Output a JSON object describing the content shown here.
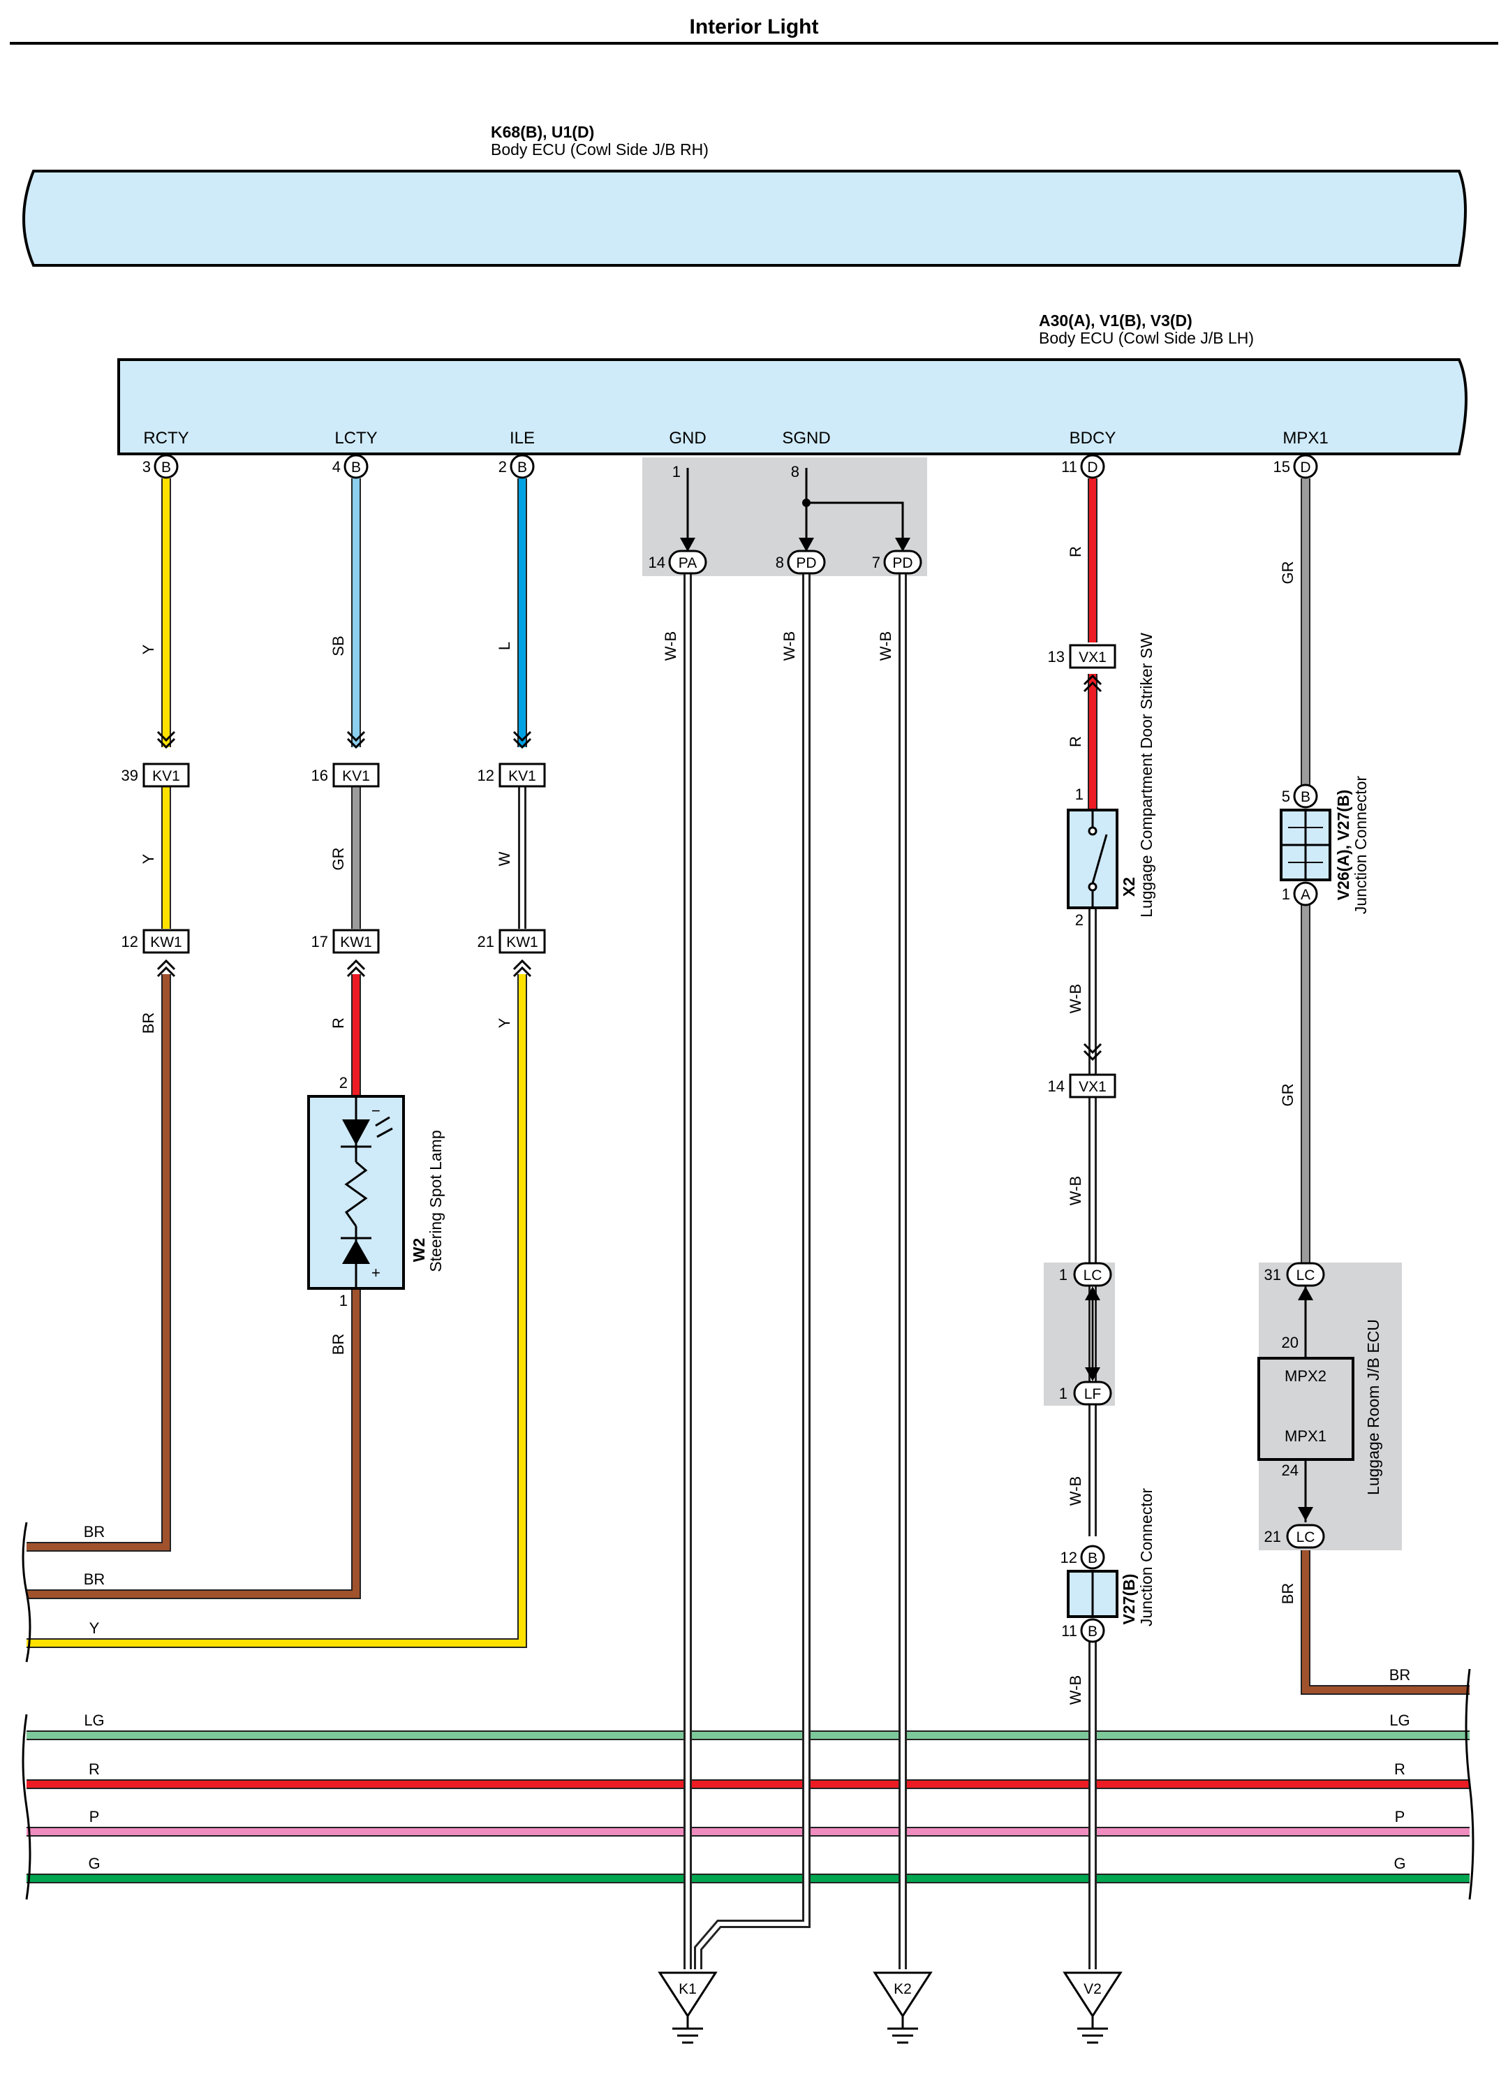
{
  "title": "Interior Light",
  "ecu_rh": {
    "code": "K68(B), U1(D)",
    "name": "Body ECU (Cowl Side J/B RH)"
  },
  "ecu_lh": {
    "code": "A30(A), V1(B), V3(D)",
    "name": "Body ECU (Cowl Side J/B LH)",
    "terminals": [
      {
        "name": "RCTY",
        "pin": "3",
        "conn": "B"
      },
      {
        "name": "LCTY",
        "pin": "4",
        "conn": "B"
      },
      {
        "name": "ILE",
        "pin": "2",
        "conn": "B"
      },
      {
        "name": "GND",
        "pin": "1"
      },
      {
        "name": "SGND",
        "pin": "8"
      },
      {
        "name": "BDCY",
        "pin": "11",
        "conn": "D"
      },
      {
        "name": "MPX1",
        "pin": "15",
        "conn": "D"
      }
    ]
  },
  "ground_connectors": [
    {
      "pin": "14",
      "conn": "PA"
    },
    {
      "pin": "8",
      "conn": "PD"
    },
    {
      "pin": "7",
      "conn": "PD"
    }
  ],
  "connectors": [
    {
      "pin": "39",
      "conn": "KV1"
    },
    {
      "pin": "16",
      "conn": "KV1"
    },
    {
      "pin": "12",
      "conn": "KV1"
    },
    {
      "pin": "12",
      "conn": "KW1"
    },
    {
      "pin": "17",
      "conn": "KW1"
    },
    {
      "pin": "21",
      "conn": "KW1"
    },
    {
      "pin": "13",
      "conn": "VX1"
    },
    {
      "pin": "14",
      "conn": "VX1"
    }
  ],
  "wire_labels": {
    "rcty_top": "Y",
    "rcty_mid": "Y",
    "rcty_bot": "BR",
    "lcty_top": "SB",
    "lcty_mid": "GR",
    "lcty_r": "R",
    "lcty_bot": "BR",
    "ile_top": "L",
    "ile_mid": "W",
    "ile_bot": "Y",
    "gnd1": "W-B",
    "gnd2": "W-B",
    "gnd3": "W-B",
    "bdcy_1": "R",
    "bdcy_2": "R",
    "bdcy_3": "W-B",
    "bdcy_4": "W-B",
    "bdcy_5": "W-B",
    "bdcy_6": "W-B",
    "mpx_1": "GR",
    "mpx_2": "GR",
    "mpx_3": "BR"
  },
  "steering_lamp": {
    "code": "W2",
    "name": "Steering Spot Lamp",
    "pin_top": "2",
    "pin_bot": "1",
    "minus": "−",
    "plus": "+"
  },
  "door_switch": {
    "code": "X2",
    "name": "Luggage Compartment Door Striker SW",
    "pin_top": "1",
    "pin_bot": "2"
  },
  "junction_mpx": {
    "code": "V26(A), V27(B)",
    "name": "Junction Connector",
    "pin_top": "5",
    "conn_top": "B",
    "pin_bot": "1",
    "conn_bot": "A"
  },
  "junction_v27": {
    "code": "V27(B)",
    "name": "Junction Connector",
    "pin_top": "12",
    "conn_top": "B",
    "pin_bot": "11",
    "conn_bot": "B"
  },
  "lc_lf": [
    {
      "pin": "1",
      "conn": "LC"
    },
    {
      "pin": "1",
      "conn": "LF"
    }
  ],
  "luggage_ecu": {
    "name": "Luggage Room J/B ECU",
    "term_top": "MPX2",
    "term_bot": "MPX1",
    "pin_in": "20",
    "pin_out": "24",
    "conn_top_pin": "31",
    "conn_top": "LC",
    "conn_bot_pin": "21",
    "conn_bot": "LC"
  },
  "left_bus": [
    {
      "label": "BR",
      "color": "#a0522d"
    },
    {
      "label": "BR",
      "color": "#a0522d"
    },
    {
      "label": "Y",
      "color": "#ffe100"
    }
  ],
  "main_bus": [
    {
      "label": "LG",
      "color": "#7dc89a"
    },
    {
      "label": "R",
      "color": "#ed1c24"
    },
    {
      "label": "P",
      "color": "#f08cbf"
    },
    {
      "label": "G",
      "color": "#00a650"
    }
  ],
  "right_bus_label": "BR",
  "grounds": [
    "K1",
    "K2",
    "V2"
  ],
  "colors": {
    "Y": "#ffe100",
    "SB": "#8ccfee",
    "L": "#00a2e3",
    "GR": "#9c9c9c",
    "R": "#ed1c24",
    "BR": "#a0522d",
    "LG": "#7dc89a",
    "P": "#f08cbf",
    "G": "#00a650",
    "box_fill": "#cfeaf8",
    "shade": "#d4d5d6"
  }
}
